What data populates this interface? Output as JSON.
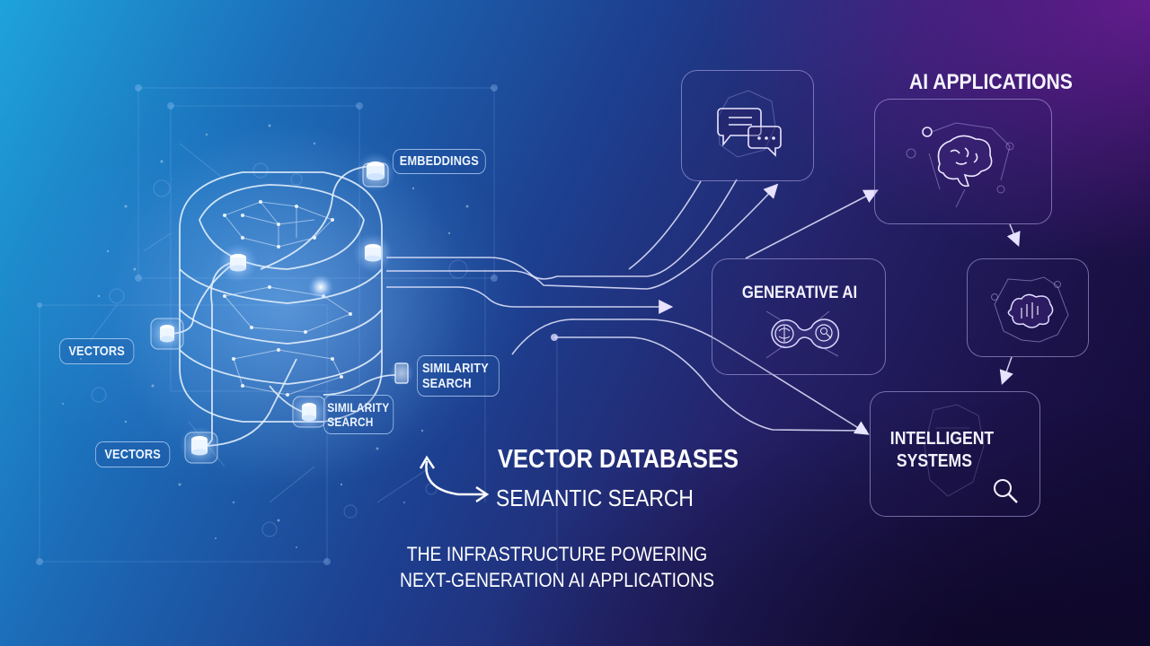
{
  "colors": {
    "bg_top_left": "#1ea3dc",
    "bg_mid": "#1d3f8f",
    "bg_top_right": "#5a1a80",
    "bg_bottom_right": "#140a33",
    "line": "#dfeaff",
    "card_border": "#bdb4f0"
  },
  "database": {
    "labels": {
      "embeddings": "EMBEDDINGS",
      "vectors_1": "VECTORS",
      "vectors_2": "VECTORS",
      "similarity_search_1": "SIMILARITY SEARCH",
      "similarity_search_2": "SIMILARITY SEARCH"
    }
  },
  "headline": {
    "title": "VECTOR DATABASES",
    "subtitle": "SEMANTIC SEARCH",
    "tagline_line1": "THE INFRASTRUCTURE POWERING",
    "tagline_line2": "NEXT-GENERATION AI APPLICATIONS"
  },
  "applications": {
    "section_title": "AI APPLICATIONS",
    "cards": [
      {
        "id": "chat",
        "label": "",
        "icon": "chat-bubbles-icon"
      },
      {
        "id": "brain",
        "label": "",
        "icon": "brain-network-icon"
      },
      {
        "id": "generative",
        "label": "GENERATIVE AI",
        "icon": "brain-linked-icon"
      },
      {
        "id": "audio",
        "label": "",
        "icon": "waveform-network-icon"
      },
      {
        "id": "intelligent",
        "label_line1": "INTELLIGENT",
        "label_line2": "SYSTEMS",
        "icon": "magnifier-icon"
      }
    ]
  }
}
